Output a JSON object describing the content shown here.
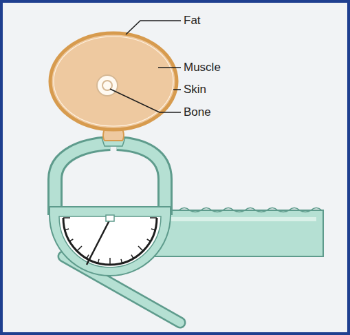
{
  "diagram": {
    "labels": [
      "Fat",
      "Muscle",
      "Skin",
      "Bone"
    ]
  }
}
